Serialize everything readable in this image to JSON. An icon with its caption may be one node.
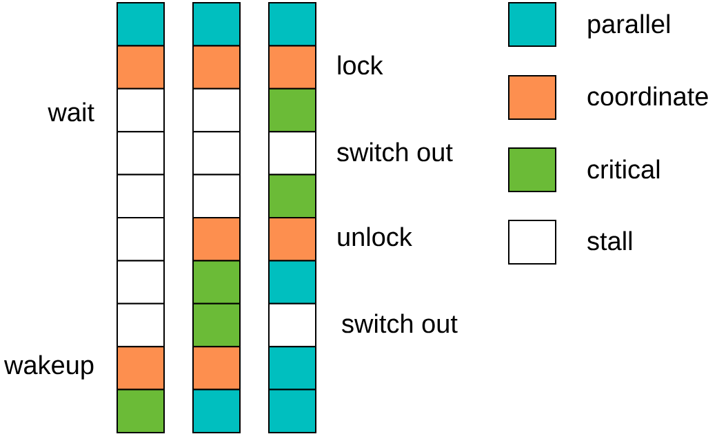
{
  "diagram": {
    "nodes": [
      {
        "text": [],
        "shape": "box"
      },
      {
        "text": [],
        "shape": "box"
      },
      {
        "text": [],
        "shape": "box"
      },
      {
        "text": [],
        "shape": "box"
      },
      {
        "text": [],
        "shape": "box"
      },
      {
        "text": [],
        "shape": "box"
      },
      {
        "text": [],
        "shape": "box"
      },
      {
        "text": [],
        "shape": "box"
      },
      {
        "text": [],
        "shape": "box"
      },
      {
        "text": [],
        "shape": "box"
      },
      {
        "text": [],
        "shape": "box"
      },
      {
        "text": [],
        "shape": "box"
      },
      {
        "text": [],
        "shape": "box"
      },
      {
        "text": [],
        "shape": "box"
      },
      {
        "text": [],
        "shape": "box"
      },
      {
        "text": [],
        "shape": "box"
      },
      {
        "text": [],
        "shape": "box"
      },
      {
        "text": [],
        "shape": "box"
      },
      {
        "text": [],
        "shape": "box"
      },
      {
        "text": [],
        "shape": "box"
      },
      {
        "text": [],
        "shape": "box"
      },
      {
        "text": [],
        "shape": "box"
      },
      {
        "text": [],
        "shape": "box"
      },
      {
        "text": [],
        "shape": "box"
      },
      {
        "text": [],
        "shape": "box"
      },
      {
        "text": [],
        "shape": "box"
      },
      {
        "text": [],
        "shape": "box"
      },
      {
        "text": [],
        "shape": "box"
      },
      {
        "text": [],
        "shape": "box"
      },
      {
        "text": [],
        "shape": "box"
      }
    ],
    "labels": [
      "lock",
      "wait",
      "switch out",
      "unlock",
      "switch out",
      "wakeup"
    ],
    "legend": [
      {
        "text": "parallel",
        "color": "#00bfbf"
      },
      {
        "text": "coordinate",
        "color": "#fd8f4f"
      },
      {
        "text": "critical",
        "color": "#6bbb37"
      },
      {
        "text": "stall"
      }
    ]
  }
}
